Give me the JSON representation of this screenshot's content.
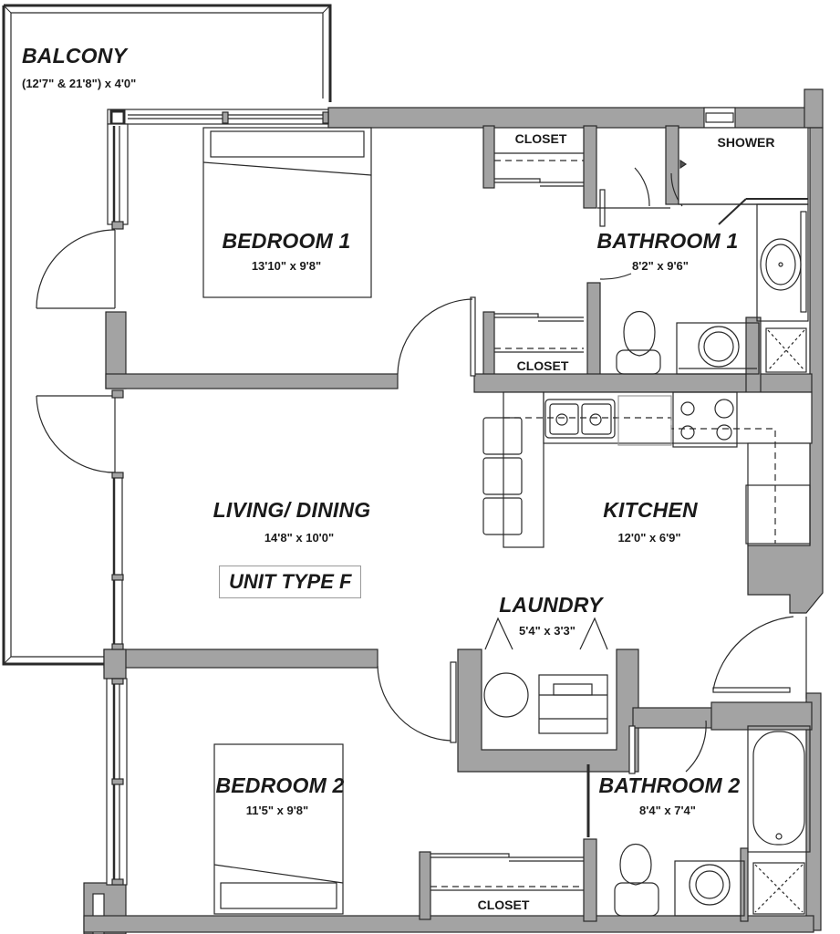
{
  "plan": {
    "unit_label": "UNIT TYPE F",
    "colors": {
      "wall": "#a3a3a3",
      "line": "#2a2a2a",
      "fixture": "#555555",
      "background": "#ffffff"
    },
    "rooms": {
      "balcony": {
        "name": "BALCONY",
        "dims": "(12'7\" & 21'8\") x 4'0\""
      },
      "bedroom1": {
        "name": "BEDROOM 1",
        "dims": "13'10\" x 9'8\""
      },
      "bathroom1": {
        "name": "BATHROOM 1",
        "dims": "8'2\" x 9'6\""
      },
      "living": {
        "name": "LIVING/ DINING",
        "dims": "14'8\" x 10'0\""
      },
      "kitchen": {
        "name": "KITCHEN",
        "dims": "12'0\" x 6'9\""
      },
      "laundry": {
        "name": "LAUNDRY",
        "dims": "5'4\" x 3'3\""
      },
      "bedroom2": {
        "name": "BEDROOM 2",
        "dims": "11'5\" x 9'8\""
      },
      "bathroom2": {
        "name": "BATHROOM 2",
        "dims": "8'4\" x 7'4\""
      }
    },
    "labels": {
      "closet_bed1_top": "CLOSET",
      "closet_bed1_bottom": "CLOSET",
      "closet_bed2": "CLOSET",
      "shower": "SHOWER"
    }
  }
}
